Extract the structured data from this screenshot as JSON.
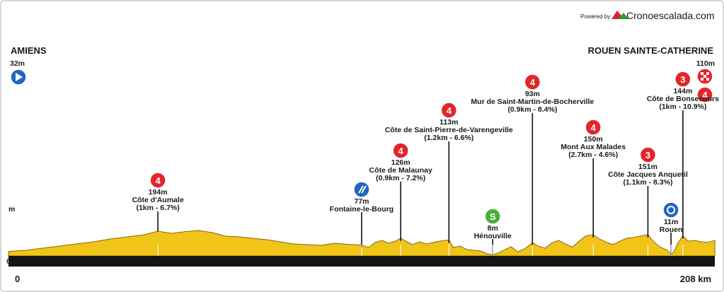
{
  "branding": {
    "powered_by": "Powered by",
    "brand": "Cronoescalada.com",
    "logo_colors": [
      "#d8262e",
      "#2a9d3a"
    ]
  },
  "colors": {
    "profile_fill": "#f0c419",
    "profile_stroke": "#8a6a00",
    "axis_bar": "#141414",
    "marker_red": "#e2262b",
    "marker_blue": "#2266c0",
    "marker_green": "#4cae3a"
  },
  "chart_data": {
    "type": "area",
    "title": "",
    "xlabel": "",
    "ylabel": "",
    "xlim": [
      0,
      208
    ],
    "ylim": [
      0,
      440
    ],
    "grid": false,
    "legend": "none",
    "start": {
      "city": "AMIENS",
      "altitude": "32m",
      "km": "0",
      "icon": "start-play-icon"
    },
    "finish": {
      "city": "ROUEN SAINTE-CATHERINE",
      "altitude": "110m",
      "km": "208 km",
      "icon": "finish-flag-icon"
    },
    "profile": {
      "x": [
        0,
        5,
        10,
        15,
        20,
        25,
        30,
        35,
        40,
        44,
        48,
        52,
        56,
        60,
        64,
        68,
        72,
        76,
        80,
        84,
        88,
        92,
        96,
        100,
        104,
        106,
        108,
        110,
        112,
        114,
        115.5,
        117,
        119,
        121,
        123,
        125,
        127,
        129.7,
        131,
        133,
        135,
        137,
        139,
        141,
        142.6,
        144,
        146,
        148,
        150,
        152,
        154.3,
        156,
        158,
        160,
        162,
        164,
        166,
        168,
        170,
        172.2,
        174,
        176,
        178,
        180,
        182,
        184,
        186,
        188.3,
        190,
        192,
        194,
        195.1,
        196,
        197,
        198.6,
        200,
        202,
        204,
        206,
        208
      ],
      "y": [
        32,
        40,
        55,
        70,
        85,
        100,
        120,
        135,
        150,
        175,
        160,
        172,
        180,
        165,
        140,
        135,
        125,
        115,
        100,
        85,
        80,
        75,
        90,
        82,
        77,
        60,
        95,
        110,
        90,
        105,
        126,
        105,
        80,
        100,
        85,
        95,
        105,
        113,
        60,
        70,
        45,
        40,
        35,
        15,
        8,
        18,
        42,
        65,
        30,
        50,
        93,
        70,
        55,
        92,
        110,
        86,
        62,
        104,
        142,
        150,
        120,
        98,
        80,
        104,
        125,
        130,
        140,
        151,
        100,
        62,
        40,
        11,
        30,
        85,
        144,
        105,
        110,
        100,
        96,
        110
      ]
    },
    "xticks": [
      {
        "km": 0,
        "label": "0"
      },
      {
        "km": 44,
        "label": "44.0"
      },
      {
        "km": 104,
        "label": "104.0"
      },
      {
        "km": 115.5,
        "label": "115.5"
      },
      {
        "km": 129.7,
        "label": "129.7"
      },
      {
        "km": 142.6,
        "label": "142.6"
      },
      {
        "km": 154.3,
        "label": "154.3"
      },
      {
        "km": 172.2,
        "label": "172.2"
      },
      {
        "km": 188.3,
        "label": "188.3"
      },
      {
        "km": 195.1,
        "label": "195.1"
      },
      {
        "km": 198.6,
        "label": "198.6"
      }
    ],
    "points": [
      {
        "km": 44.0,
        "altitude": 194,
        "cat": "4",
        "kind": "climb",
        "name": "Côte d'Aumale",
        "stats": "(1km - 6.7%)",
        "alt_label": "194m"
      },
      {
        "km": 104.0,
        "altitude": 77,
        "cat": "",
        "kind": "feed",
        "name": "Fontaine-le-Bourg",
        "stats": "",
        "alt_label": "77m"
      },
      {
        "km": 115.5,
        "altitude": 126,
        "cat": "4",
        "kind": "climb",
        "name": "Côte de Malaunay",
        "stats": "(0.9km - 7.2%)",
        "alt_label": "126m"
      },
      {
        "km": 129.7,
        "altitude": 113,
        "cat": "4",
        "kind": "climb",
        "name": "Côte de Saint-Pierre-de-Varengeville",
        "stats": "(1.2km - 6.6%)",
        "alt_label": "113m"
      },
      {
        "km": 142.6,
        "altitude": 8,
        "cat": "S",
        "kind": "sprint",
        "name": "Hénouville",
        "stats": "",
        "alt_label": "8m"
      },
      {
        "km": 154.3,
        "altitude": 93,
        "cat": "4",
        "kind": "climb",
        "name": "Mur de Saint-Martin-de-Bocherville",
        "stats": "(0.9km - 8.4%)",
        "alt_label": "93m"
      },
      {
        "km": 172.2,
        "altitude": 150,
        "cat": "4",
        "kind": "climb",
        "name": "Mont Aux Malades",
        "stats": "(2.7km - 4.6%)",
        "alt_label": "150m"
      },
      {
        "km": 188.3,
        "altitude": 151,
        "cat": "3",
        "kind": "climb",
        "name": "Côte Jacques Anquetil",
        "stats": "(1.1km - 8.3%)",
        "alt_label": "151m"
      },
      {
        "km": 195.1,
        "altitude": 11,
        "cat": "",
        "kind": "pass",
        "name": "Rouen",
        "stats": "",
        "alt_label": "11m"
      },
      {
        "km": 198.6,
        "altitude": 144,
        "cat": "3",
        "kind": "climb",
        "name": "Côte de Bonsecours",
        "stats": "(1km - 10.9%)",
        "alt_label": "144m"
      }
    ],
    "finish_extra_cat": "4",
    "left_axis_stub": "m"
  }
}
